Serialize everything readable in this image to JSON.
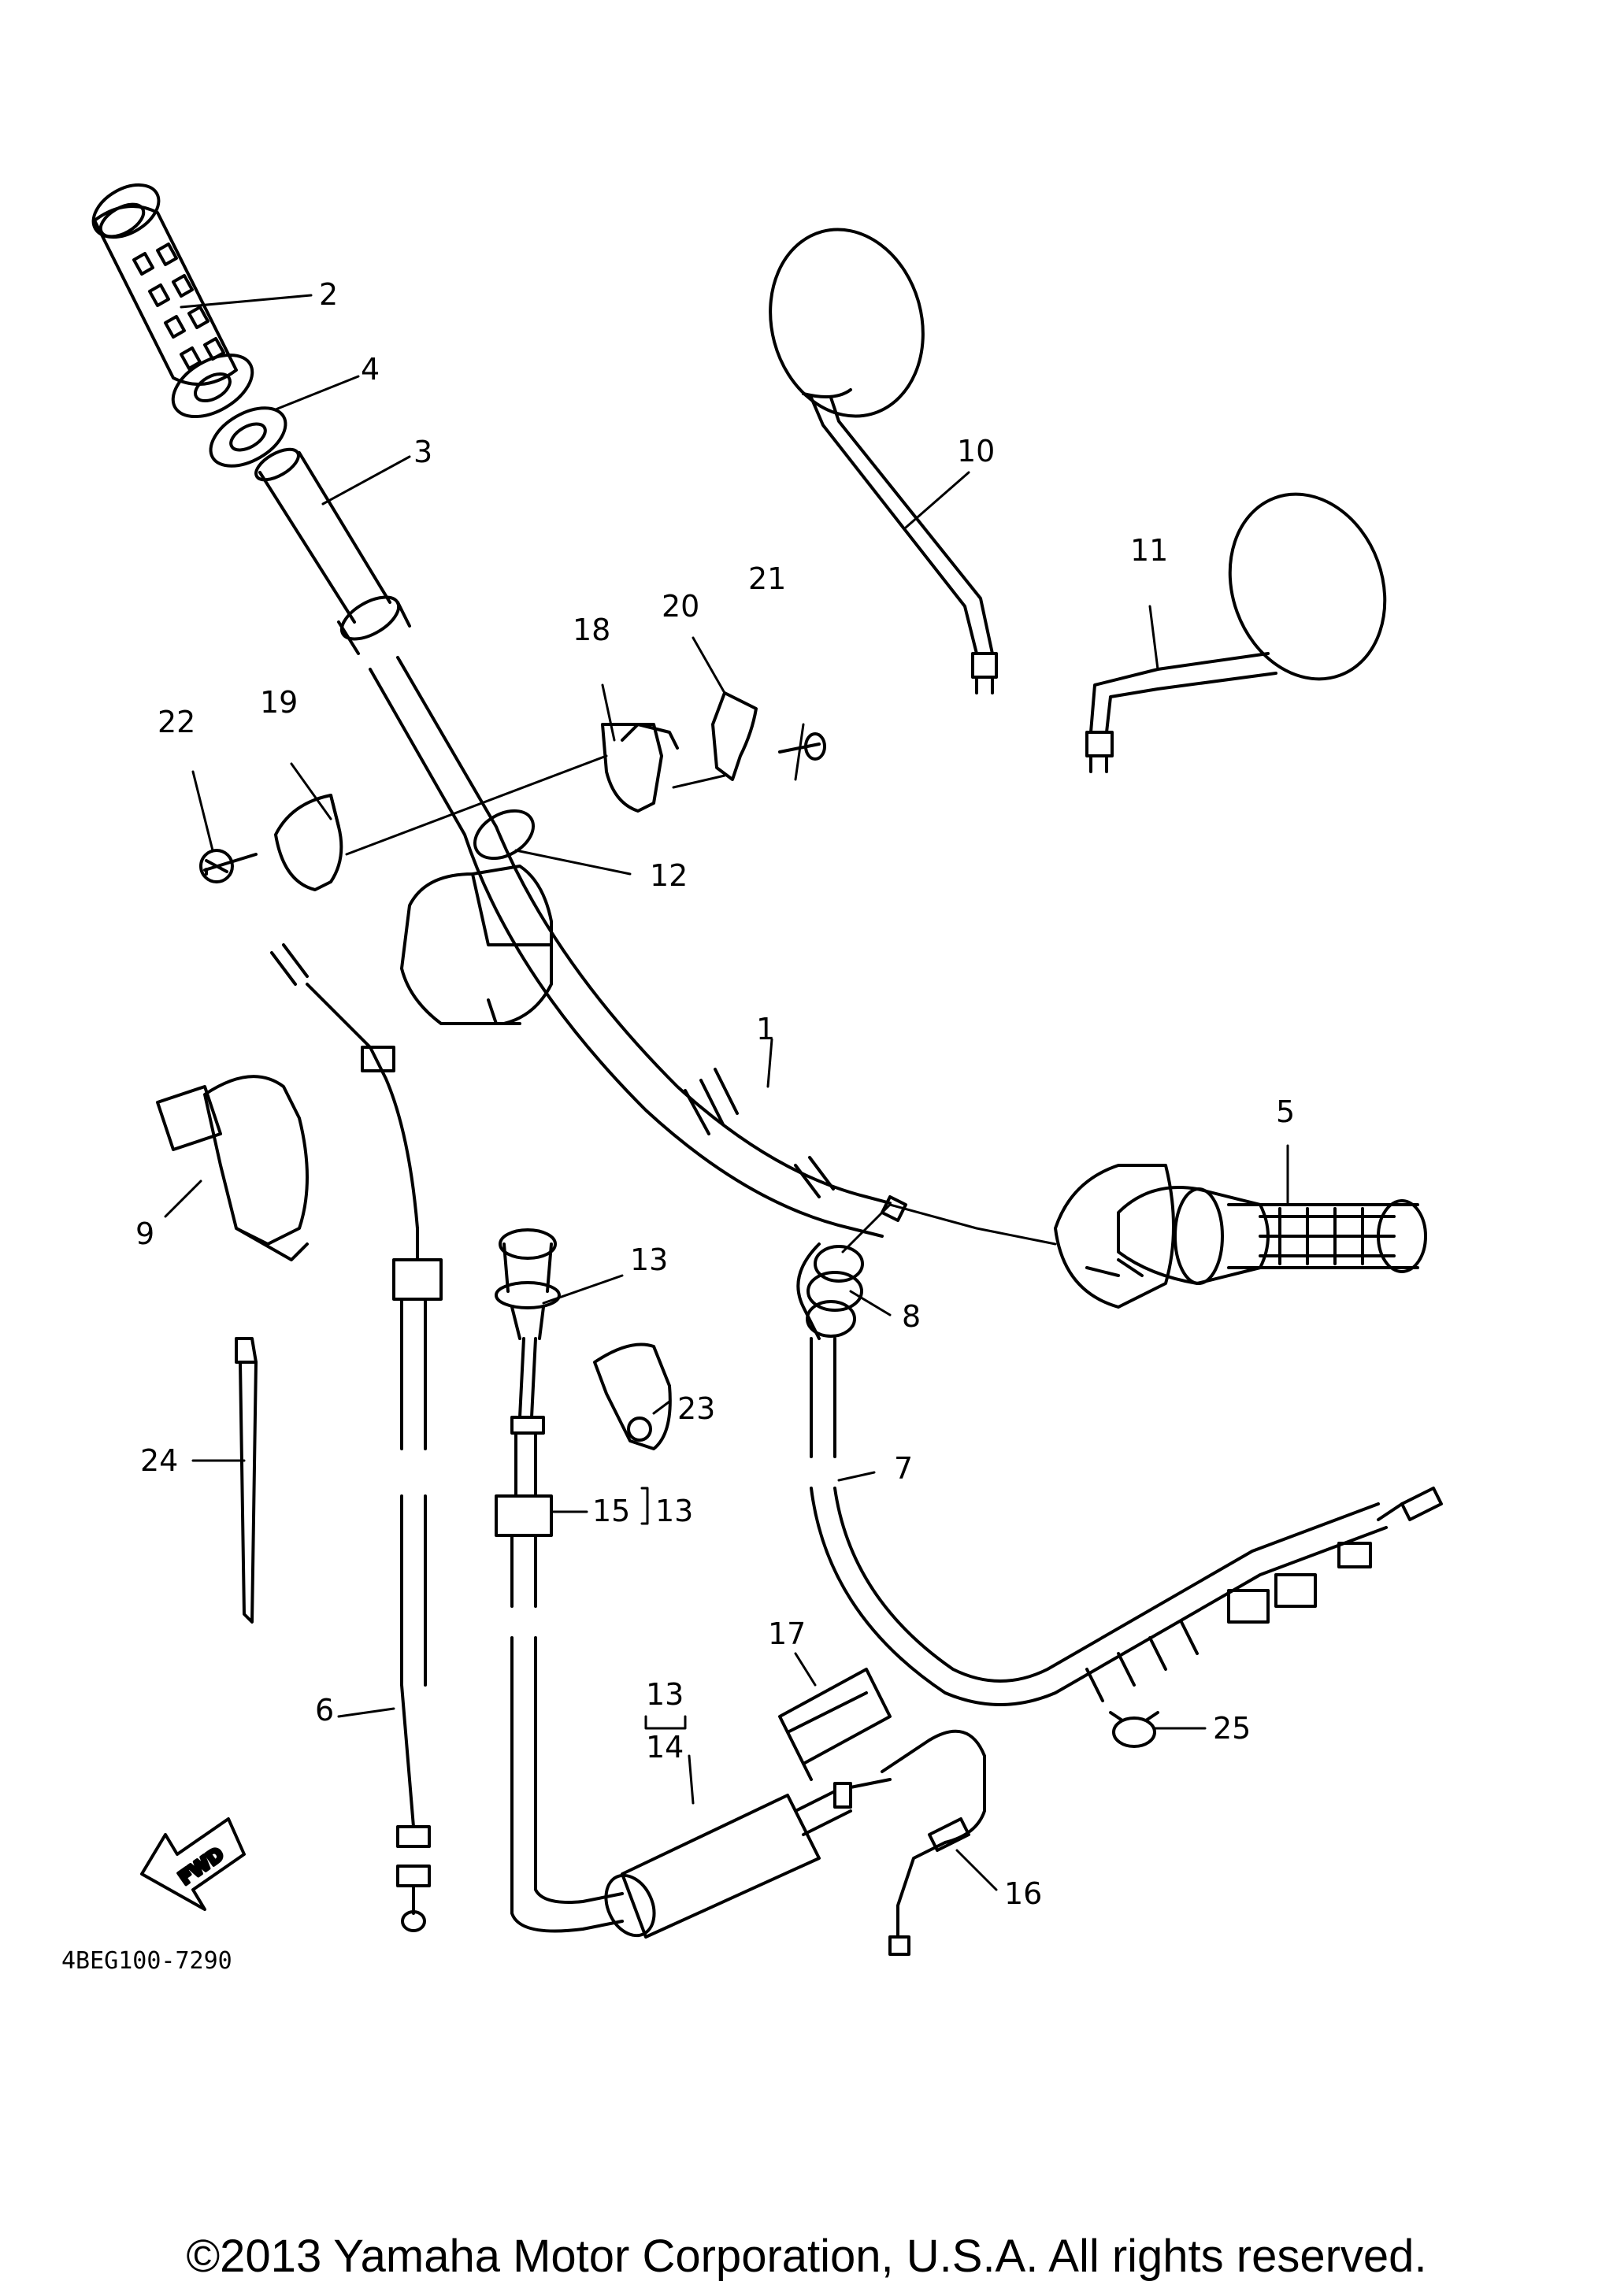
{
  "diagram_code": "4BEG100-7290",
  "fwd_label": "FWD",
  "copyright": "©2013 Yamaha Motor Corporation, U.S.A. All rights reserved.",
  "callouts": {
    "c1": "1",
    "c2": "2",
    "c3": "3",
    "c4": "4",
    "c5": "5",
    "c6": "6",
    "c7": "7",
    "c8": "8",
    "c9": "9",
    "c10": "10",
    "c11": "11",
    "c12": "12",
    "c13a": "13",
    "c13b": "13",
    "c13c": "13",
    "c14": "14",
    "c15": "15",
    "c16": "16",
    "c17": "17",
    "c18": "18",
    "c19": "19",
    "c20": "20",
    "c21": "21",
    "c22": "22",
    "c23": "23",
    "c24": "24",
    "c25": "25"
  }
}
